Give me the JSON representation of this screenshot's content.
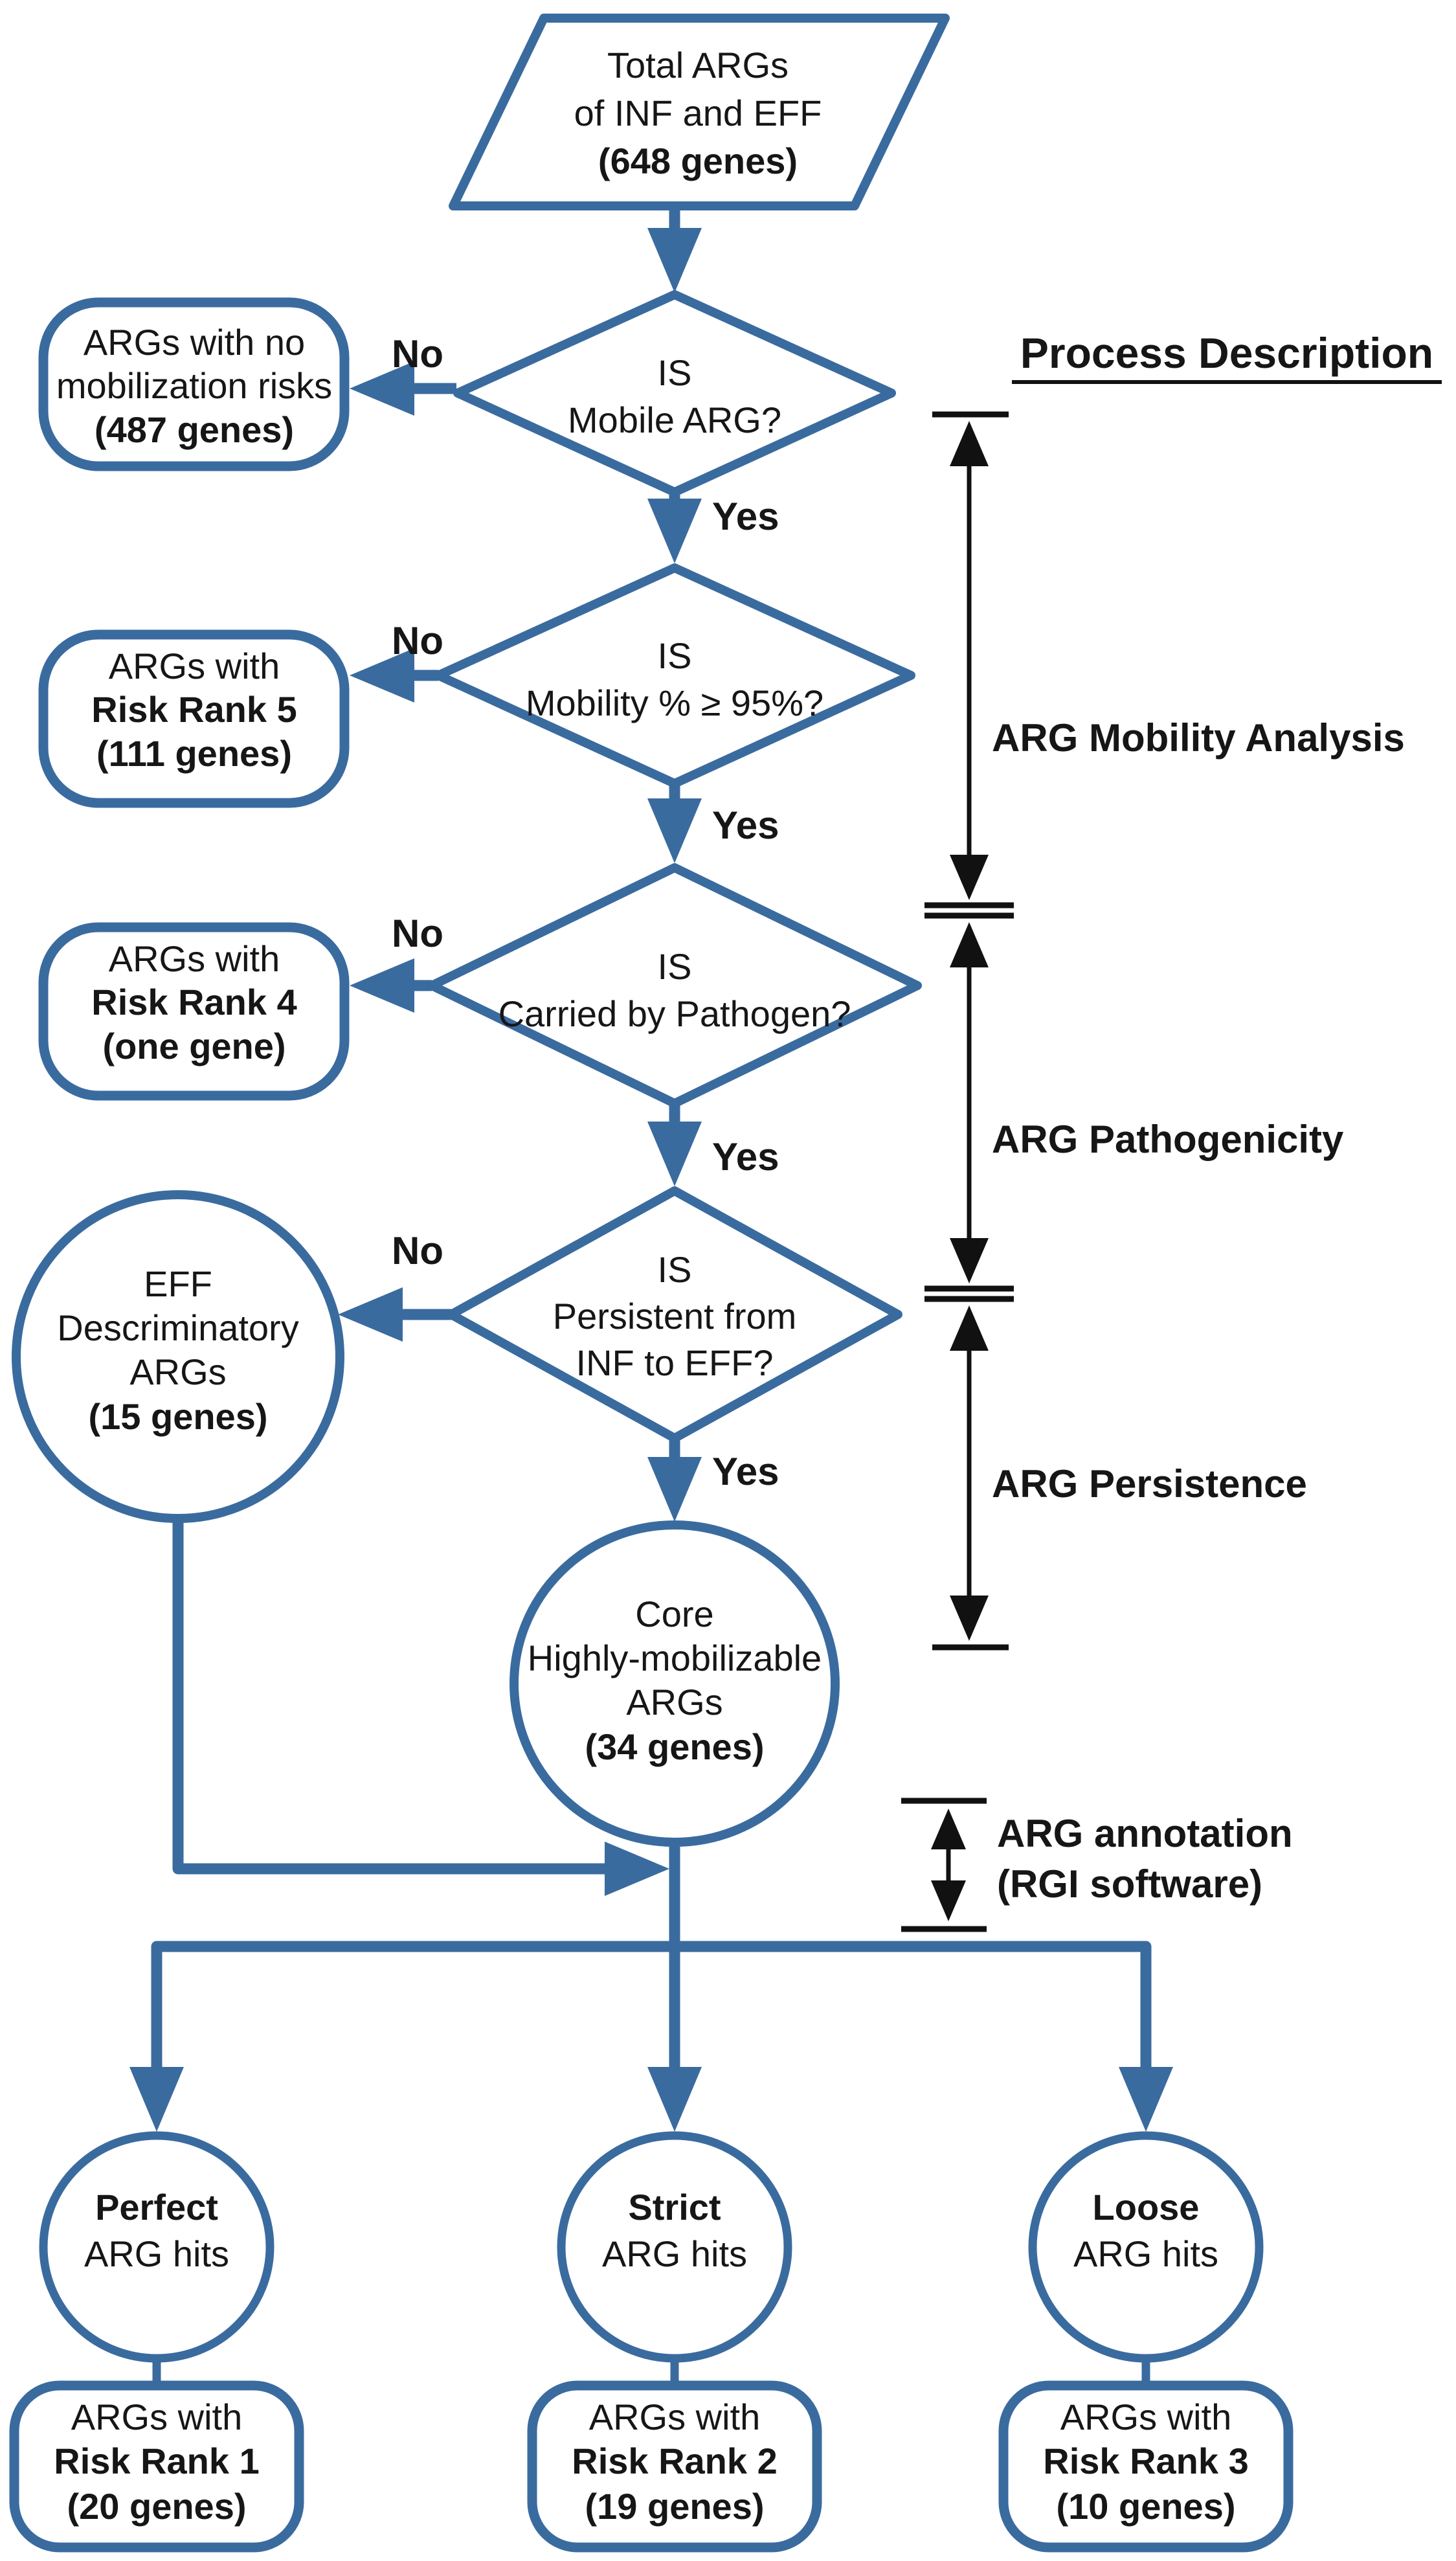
{
  "colors": {
    "shape_blue": "#3a6b9f",
    "text_black": "#161616"
  },
  "start": {
    "lines": [
      "Total ARGs",
      "of INF and EFF",
      "(648 genes)"
    ]
  },
  "edge_labels": {
    "no": "No",
    "yes": "Yes"
  },
  "decisions": [
    {
      "lines": [
        "IS",
        "Mobile ARG?"
      ]
    },
    {
      "lines": [
        "IS",
        "Mobility % ≥ 95%?"
      ]
    },
    {
      "lines": [
        "IS",
        "Carried by Pathogen?"
      ]
    },
    {
      "lines": [
        "IS",
        "Persistent from",
        "INF to EFF?"
      ]
    }
  ],
  "no_outcomes": [
    {
      "lines": [
        "ARGs with no",
        "mobilization risks",
        "(487 genes)"
      ]
    },
    {
      "lines": [
        "ARGs with",
        "Risk Rank 5",
        "(111 genes)"
      ]
    },
    {
      "lines": [
        "ARGs with",
        "Risk Rank 4",
        "(one gene)"
      ]
    },
    {
      "lines": [
        "EFF",
        "Descriminatory",
        "ARGs",
        "(15 genes)"
      ]
    }
  ],
  "core": {
    "lines": [
      "Core",
      "Highly-mobilizable",
      "ARGs",
      "(34 genes)"
    ]
  },
  "hit_circles": [
    {
      "lines": [
        "Perfect",
        "ARG hits"
      ]
    },
    {
      "lines": [
        "Strict",
        "ARG hits"
      ]
    },
    {
      "lines": [
        "Loose",
        "ARG hits"
      ]
    }
  ],
  "rank_boxes": [
    {
      "lines": [
        "ARGs with",
        "Risk Rank 1",
        "(20 genes)"
      ]
    },
    {
      "lines": [
        "ARGs with",
        "Risk Rank 2",
        "(19 genes)"
      ]
    },
    {
      "lines": [
        "ARGs with",
        "Risk Rank 3",
        "(10 genes)"
      ]
    }
  ],
  "process_description": {
    "title": "Process Description",
    "stages": [
      "ARG Mobility Analysis",
      "ARG Pathogenicity",
      "ARG Persistence"
    ],
    "annotation_lines": [
      "ARG annotation",
      "(RGI software)"
    ]
  }
}
